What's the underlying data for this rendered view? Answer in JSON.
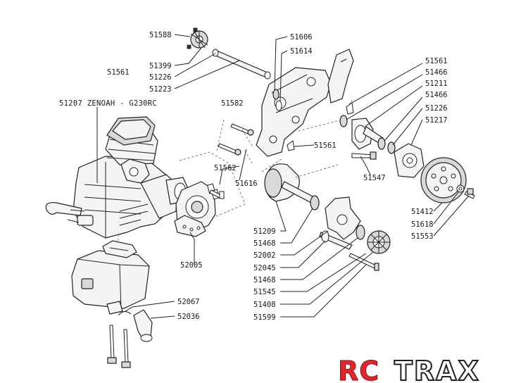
{
  "title": "51207 ZENOAH - G230RC",
  "standalone_label": "51561",
  "labels": {
    "l51588": "51588",
    "l51399": "51399",
    "l51226a": "51226",
    "l51223": "51223",
    "l51606": "51606",
    "l51614": "51614",
    "l51582": "51582",
    "l51562": "51562",
    "l51616": "51616",
    "l51561r": "51561",
    "l51561b": "51561",
    "l51466a": "51466",
    "l51211": "51211",
    "l51466b": "51466",
    "l51226b": "51226",
    "l51217": "51217",
    "l51547": "51547",
    "l51412": "51412",
    "l51618": "51618",
    "l51553": "51553",
    "l51209": "51209",
    "l51468a": "51468",
    "l52002": "52002",
    "l52045": "52045",
    "l51468b": "51468",
    "l51545": "51545",
    "l51408": "51408",
    "l51599": "51599",
    "l52005": "52005",
    "l52067": "52067",
    "l52036": "52036"
  },
  "logo": {
    "part1": "RC",
    "part2": "TRAX"
  },
  "colors": {
    "logo_red": "#e3262b",
    "line": "#222222",
    "background": "#ffffff"
  }
}
